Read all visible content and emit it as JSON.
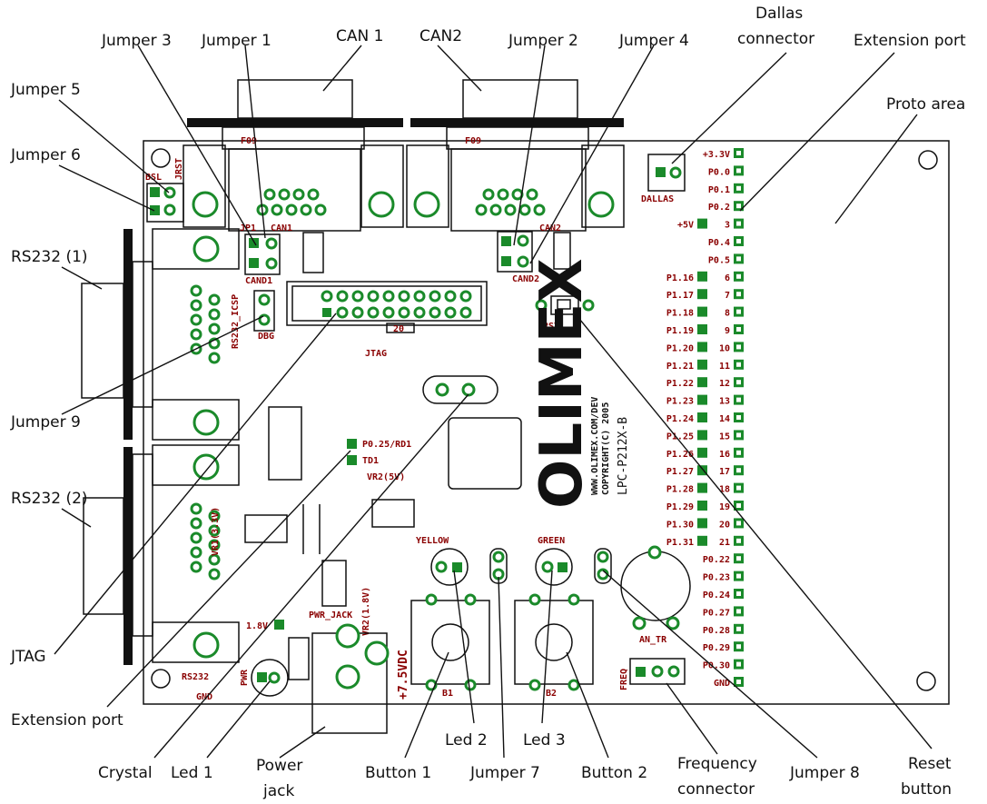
{
  "callouts": {
    "jumper3": "Jumper 3",
    "jumper1": "Jumper 1",
    "can1": "CAN 1",
    "can2": "CAN2",
    "jumper2": "Jumper 2",
    "jumper4": "Jumper 4",
    "dallas1": "Dallas",
    "dallas2": "connector",
    "extension_port_top": "Extension port",
    "jumper5": "Jumper 5",
    "proto_area": "Proto area",
    "jumper6": "Jumper 6",
    "rs232_1": "RS232 (1)",
    "jumper9": "Jumper 9",
    "rs232_2": "RS232 (2)",
    "jtag": "JTAG",
    "extension_port_bottom": "Extension port",
    "crystal": "Crystal",
    "led1": "Led 1",
    "power_jack1": "Power",
    "power_jack2": "jack",
    "button1": "Button 1",
    "led2": "Led 2",
    "jumper7": "Jumper 7",
    "led3": "Led 3",
    "button2": "Button 2",
    "freq1": "Frequency",
    "freq2": "connector",
    "jumper8": "Jumper 8",
    "reset1": "Reset",
    "reset2": "button"
  },
  "silkscreen": {
    "board_name": "LPC-P212X-B",
    "brand": "OLIMEX",
    "url": "WWW.OLIMEX.COM/DEV",
    "copyright": "COPYRIGHT(C) 2005",
    "dallas": "DALLAS",
    "cand1": "CAND1",
    "cand2": "CAND2",
    "can1": "CAN1",
    "can2": "CAN2",
    "jtag": "JTAG",
    "rst": "RST",
    "yellow": "YELLOW",
    "green": "GREEN",
    "an_tr": "AN_TR",
    "freq": "FREQ",
    "pwr_jack": "PWR_JACK",
    "voltage": "+7.5VDC",
    "rs232": "RS232",
    "gnd": "GND",
    "pwr": "PWR",
    "p025": "P0.25/RD1",
    "td1": "TD1",
    "vr2": "VR2(5V)",
    "vr1": "VR1(3.3V)",
    "vr2b": "VR2(1.8V)",
    "v18": "1.8V",
    "b1": "B1",
    "b2": "B2",
    "bsl": "BSL",
    "jrst": "JRST",
    "dbg": "DBG",
    "icsp": "RS232_ICSP",
    "f09": "F09",
    "pin20": "20"
  },
  "ext_port": [
    "+3.3V",
    "P0.0",
    "P0.1",
    "P0.2",
    "3",
    "P0.4",
    "P0.5",
    "6",
    "7",
    "8",
    "9",
    "10",
    "11",
    "12",
    "13",
    "14",
    "15",
    "16",
    "17",
    "18",
    "19",
    "20",
    "21",
    "P0.22",
    "P0.23",
    "P0.24",
    "P0.27",
    "P0.28",
    "P0.29",
    "P0.30",
    "GND"
  ],
  "ext_port_left": [
    "",
    "",
    "",
    "",
    "+5V",
    "",
    "",
    "P1.16",
    "P1.17",
    "P1.18",
    "P1.19",
    "P1.20",
    "P1.21",
    "P1.22",
    "P1.23",
    "P1.24",
    "P1.25",
    "P1.26",
    "P1.27",
    "P1.28",
    "P1.29",
    "P1.30",
    "P1.31",
    "",
    "",
    "",
    "",
    "",
    "",
    "",
    ""
  ],
  "colors": {
    "silk": "#8a0000",
    "pad": "#1a8a2a",
    "outline": "#111111"
  }
}
